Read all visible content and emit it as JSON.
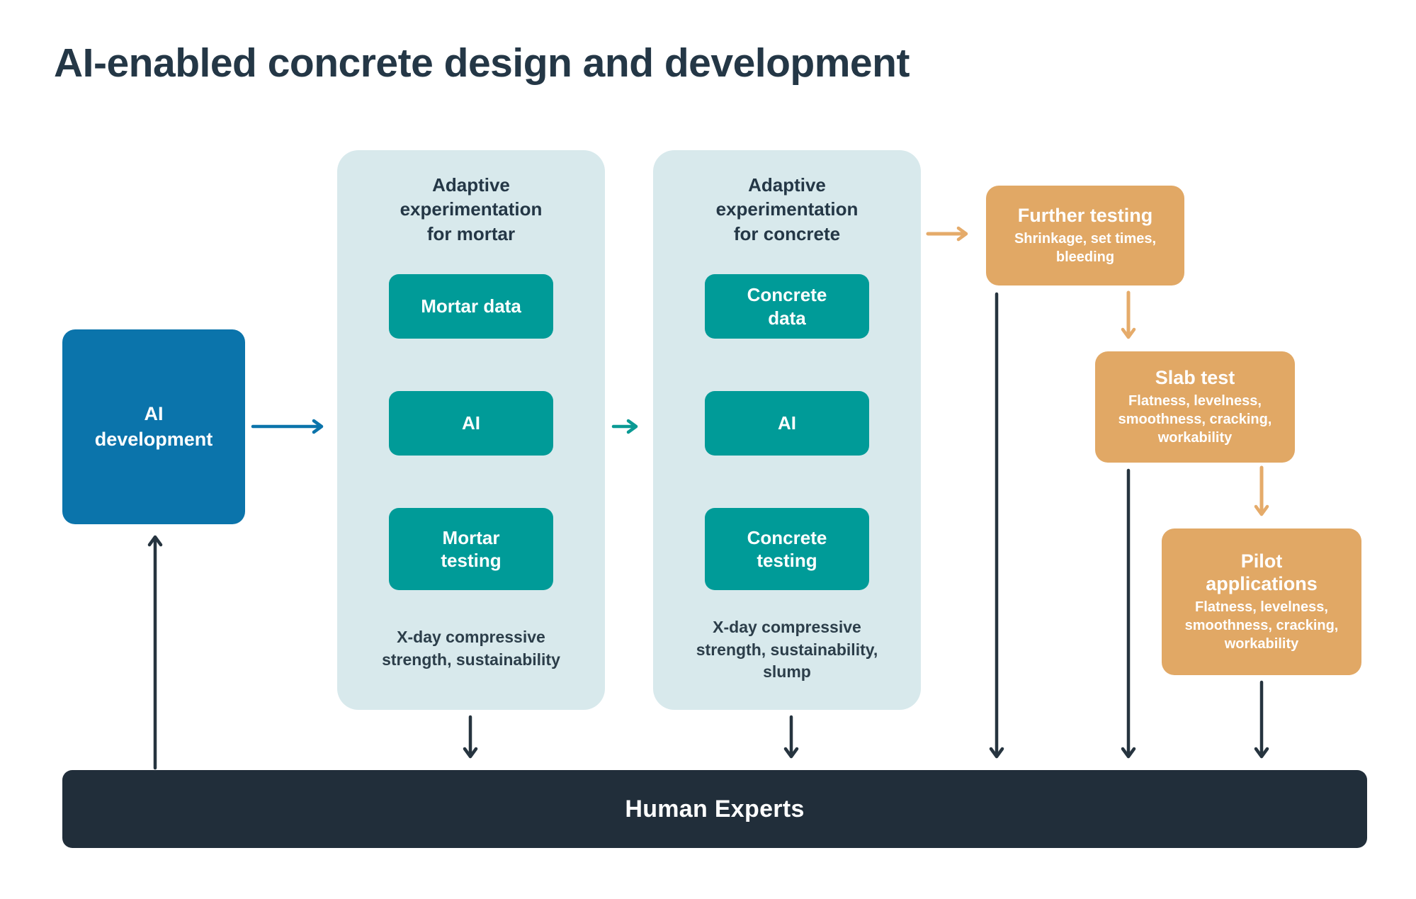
{
  "title": "AI-enabled concrete design and development",
  "ai_development": {
    "label": "AI development"
  },
  "panels": [
    {
      "title": "Adaptive experimentation for mortar",
      "boxes": [
        "Mortar data",
        "AI",
        "Mortar testing"
      ],
      "caption": "X-day compressive strength, sustainability"
    },
    {
      "title": "Adaptive experimentation for concrete",
      "boxes": [
        "Concrete data",
        "AI",
        "Concrete testing"
      ],
      "caption": "X-day compressive strength, sustainability, slump"
    }
  ],
  "orange_boxes": [
    {
      "title": "Further testing",
      "subtitle": "Shrinkage, set times, bleeding"
    },
    {
      "title": "Slab test",
      "subtitle": "Flatness, levelness, smoothness, cracking, workability"
    },
    {
      "title": "Pilot applications",
      "subtitle": "Flatness, levelness, smoothness, cracking, workability"
    }
  ],
  "footer": {
    "label": "Human Experts"
  },
  "colors": {
    "blue": "#0b74ab",
    "teal_box": "#009b98",
    "teal_arrow": "#0b9a94",
    "panel_bg": "#d8e9ec",
    "orange_box": "#e1a865",
    "orange_arrow": "#e5ab6a",
    "dark_text": "#243746",
    "footer_bg": "#212e3a",
    "text_on_fill": "#ffffff"
  }
}
